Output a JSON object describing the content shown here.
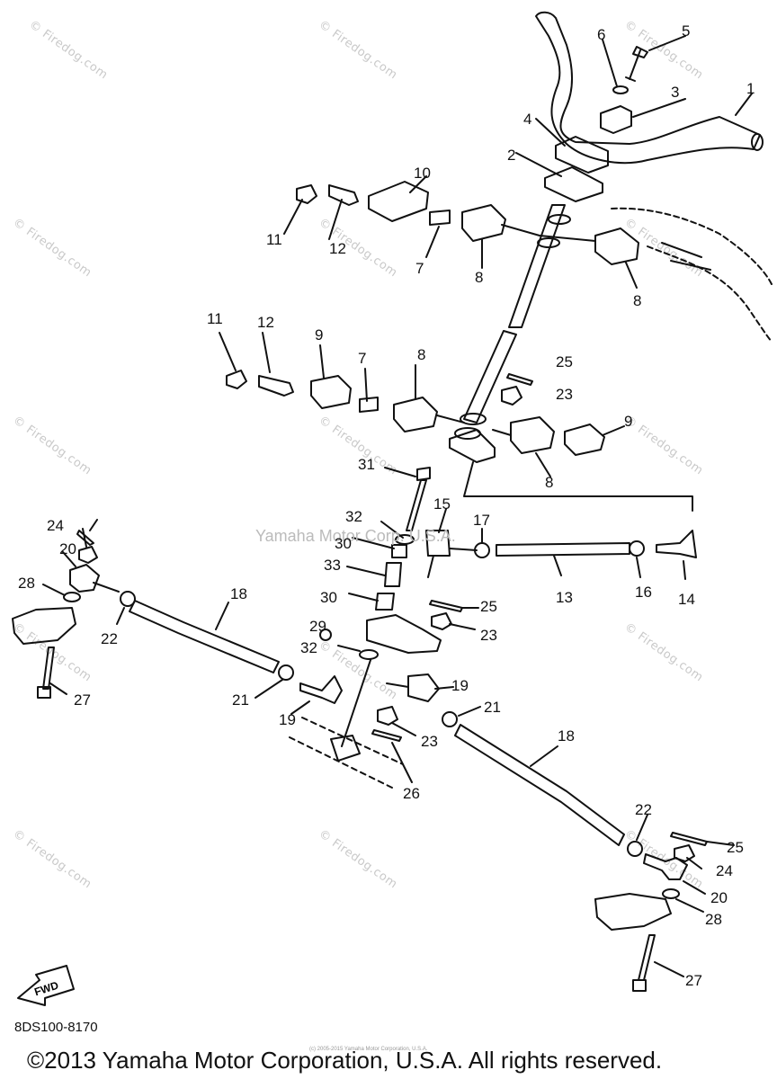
{
  "diagram": {
    "part_code": "8DS100-8170",
    "copyright": "©2013 Yamaha Motor Corporation, U.S.A. All rights reserved.",
    "center_watermark": "Yamaha Motor Corp. U.S.A.",
    "tiny_note": "(c) 2005-2015 Yamaha Motor Corporation, U.S.A.",
    "watermark_text": "© Firedog.com",
    "fwd_label": "FWD",
    "callouts": [
      "1",
      "2",
      "3",
      "4",
      "5",
      "6",
      "7",
      "7",
      "8",
      "8",
      "8",
      "8",
      "9",
      "9",
      "10",
      "11",
      "11",
      "12",
      "12",
      "13",
      "14",
      "15",
      "16",
      "17",
      "18",
      "18",
      "19",
      "19",
      "20",
      "20",
      "21",
      "21",
      "22",
      "22",
      "23",
      "23",
      "23",
      "24",
      "24",
      "25",
      "25",
      "25",
      "26",
      "27",
      "27",
      "28",
      "28",
      "29",
      "30",
      "30",
      "31",
      "32",
      "32",
      "33"
    ]
  }
}
